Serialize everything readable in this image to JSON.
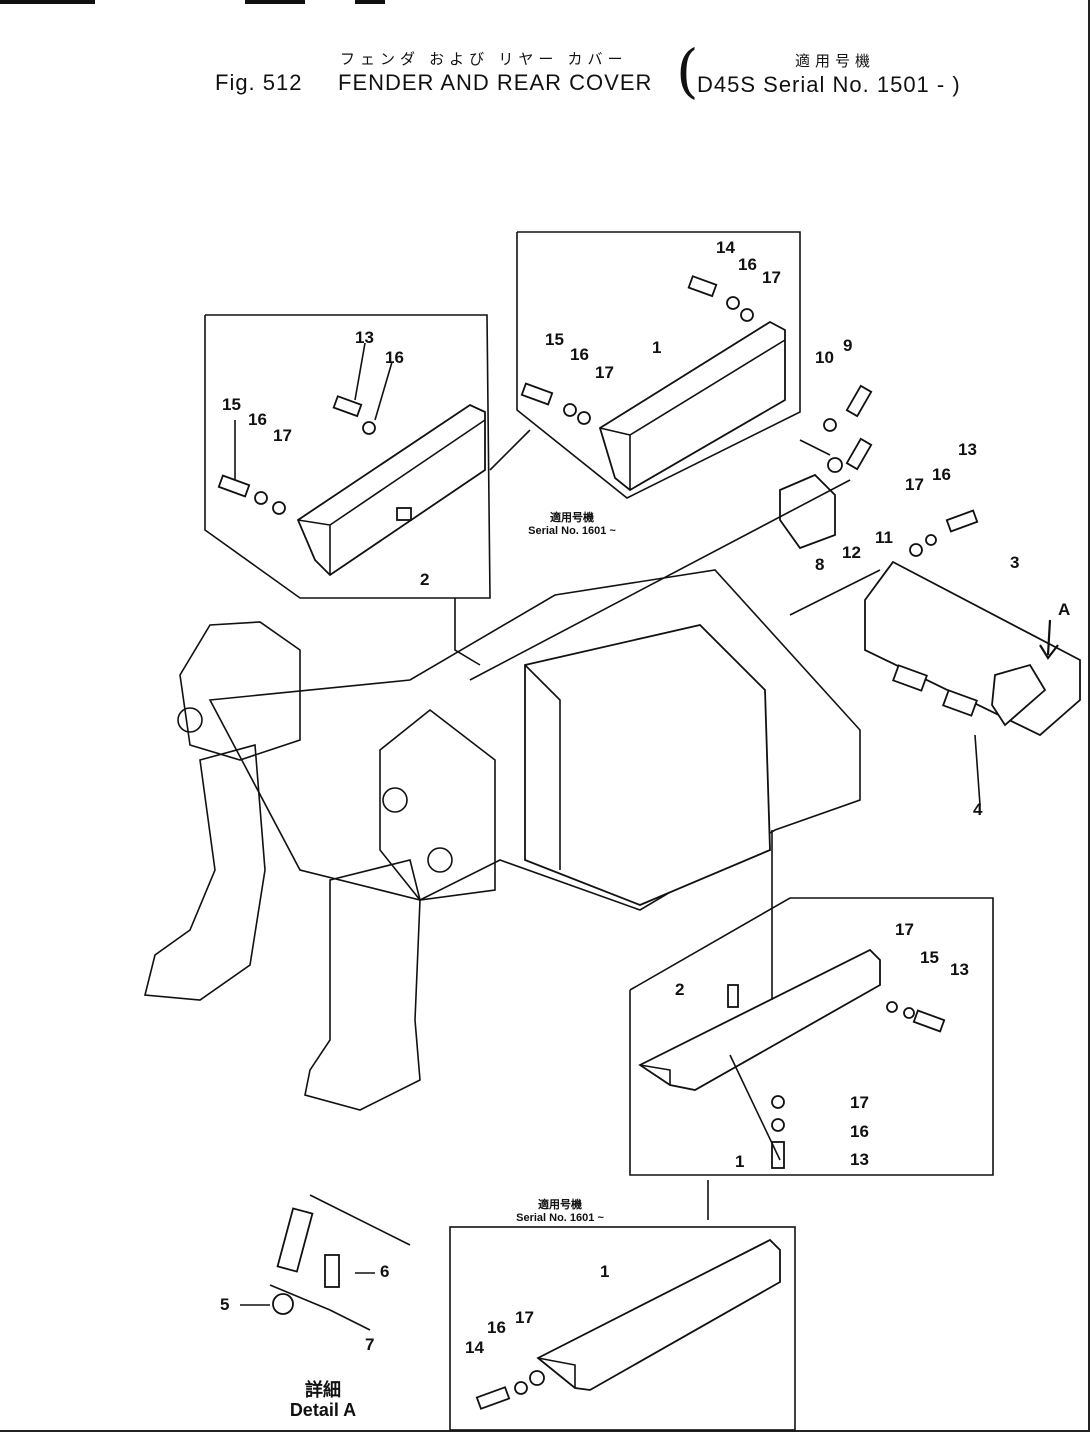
{
  "header": {
    "title_jp": "フェンダ および リヤー カバー",
    "fig_label": "Fig. 512",
    "title_en": "FENDER AND REAR COVER",
    "applicability_jp": "適用号機",
    "applicability_en": "D45S Serial No. 1501 - )",
    "open_paren": "(",
    "close_paren": ")"
  },
  "diagram": {
    "serial_notes": [
      {
        "jp": "適用号機",
        "en": "Serial No. 1601 ~"
      },
      {
        "jp": "適用号機",
        "en": "Serial No. 1601 ~"
      }
    ],
    "detail_caption": {
      "jp": "詳細",
      "en": "Detail A"
    },
    "arrow_label": "A",
    "part_labels": [
      "13",
      "16",
      "15",
      "16",
      "17",
      "2",
      "14",
      "16",
      "17",
      "15",
      "16",
      "17",
      "10",
      "9",
      "8",
      "12",
      "11",
      "17",
      "16",
      "13",
      "3",
      "A",
      "4",
      "17",
      "15",
      "13",
      "2",
      "17",
      "16",
      "13",
      "6",
      "5",
      "7",
      "14",
      "16",
      "17",
      "1",
      "1",
      "1"
    ]
  }
}
